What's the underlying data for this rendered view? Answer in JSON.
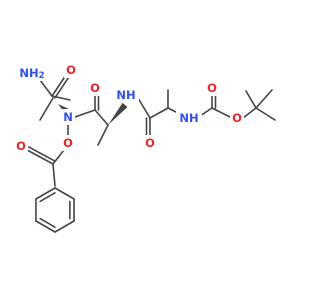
{
  "molecule": {
    "colors": {
      "bond": "#444444",
      "oxygen": "#e8262a",
      "nitrogen": "#3050f8",
      "background": "#ffffff"
    },
    "atom_labels": {
      "amide_nh2": "NH2",
      "amide_o": "O",
      "n_main": "N",
      "n_main_o": "O",
      "ala2_o": "O",
      "ala2_nh": "NH",
      "ala3_o": "O",
      "ala3_nh": "NH",
      "boc_carbonyl_o": "O",
      "boc_ester_o": "O",
      "benzoyl_o": "O"
    }
  }
}
